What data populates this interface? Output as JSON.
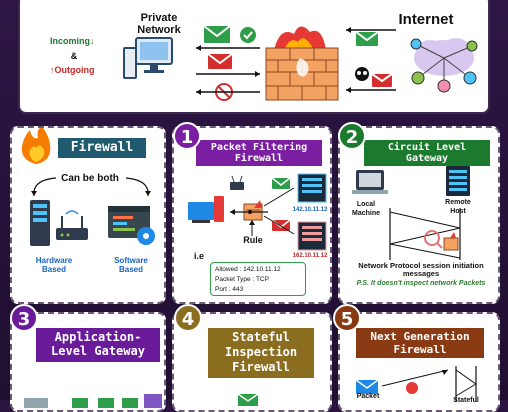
{
  "top": {
    "private_network": "Private Network",
    "internet": "Internet",
    "incoming": "Incoming",
    "ampersand": "&",
    "outgoing": "Outgoing"
  },
  "firewall": {
    "title": "Firewall",
    "can_be_both": "Can be both",
    "hardware": "Hardware Based",
    "software": "Software Based"
  },
  "packet": {
    "number": "1",
    "title": "Packet Filtering Firewall",
    "ip_top": "142.10.11.12",
    "ip_bottom": "162.10.11.12",
    "rule": "Rule",
    "ie": "i.e",
    "allowed": "Allowed : 142.10.11.12",
    "packet_type": "Packet Type : TCP",
    "port": "Port : 443"
  },
  "circuit": {
    "number": "2",
    "title": "Circuit Level Gateway",
    "local": "Local Machine",
    "remote": "Remote Host",
    "caption": "Network Protocol session initiation messages",
    "note": "P.S. It doesn't inspect network Packets"
  },
  "application": {
    "number": "3",
    "title": "Application-Level Gateway"
  },
  "stateful": {
    "number": "4",
    "title": "Stateful Inspection Firewall"
  },
  "nextgen": {
    "number": "5",
    "title": "Next Generation Firewall",
    "packet": "Packet",
    "stateful": "Stateful"
  },
  "colors": {
    "background": "#2a1440",
    "packet_title": "#7b1fa2",
    "circuit_title": "#1b7a2e",
    "firewall_title": "#1f5a6e",
    "application_title": "#6a1b9a",
    "stateful_title": "#8a6d1f",
    "nextgen_title": "#8a3a12",
    "envelope_green": "#2e9e4a",
    "envelope_red": "#d32f2f",
    "brick": "#f4a261"
  },
  "icons": [
    "computer-icon",
    "firewall-brick-icon",
    "fire-icon",
    "cloud-network-icon",
    "envelope-icon",
    "check-icon",
    "blocked-icon",
    "skull-icon",
    "server-icon",
    "router-icon",
    "software-window-icon",
    "gear-icon",
    "laptop-icon",
    "magnifier-icon"
  ]
}
